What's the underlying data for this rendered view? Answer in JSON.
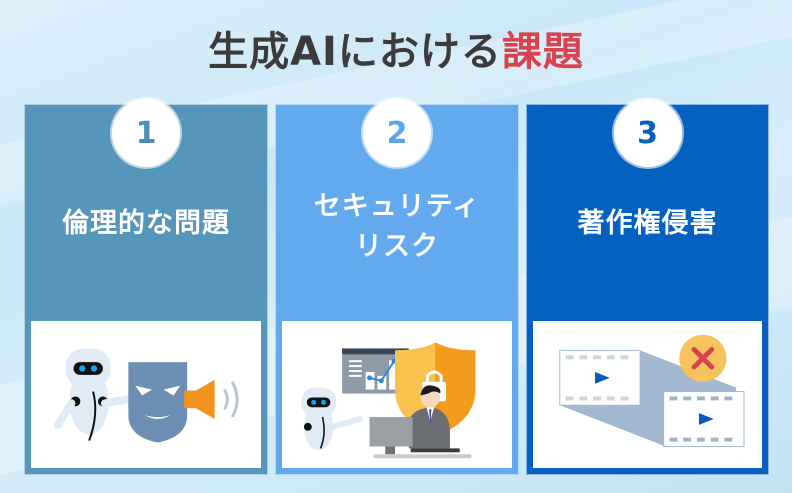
{
  "title": {
    "prefix": "生成AIにおける",
    "accent": "課題",
    "accent_color": "#d9424f"
  },
  "cards": [
    {
      "number": "1",
      "title_lines": [
        "倫理的な問題"
      ],
      "color": "#5596ba",
      "illustration": "robot-mask-megaphone"
    },
    {
      "number": "2",
      "title_lines": [
        "セキュリティ",
        "リスク"
      ],
      "color": "#62a9ee",
      "illustration": "robot-businessman-shield"
    },
    {
      "number": "3",
      "title_lines": [
        "著作権侵害"
      ],
      "color": "#0561c1",
      "illustration": "video-copy-prohibited"
    }
  ]
}
